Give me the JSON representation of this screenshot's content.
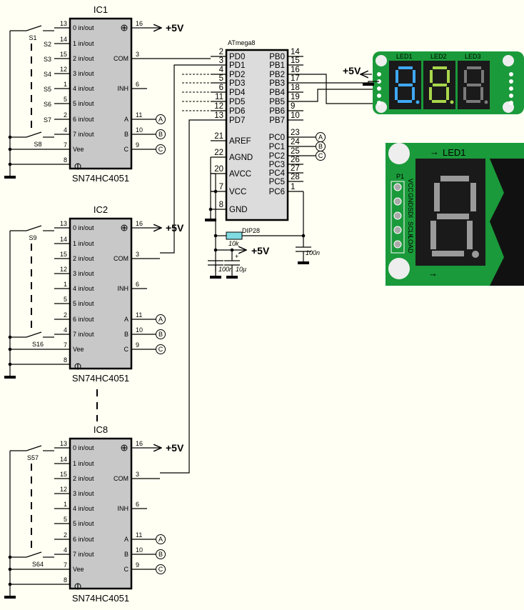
{
  "colors": {
    "background": "#fffff3",
    "chip_body": "#c8c8c8",
    "mcu_body": "#dcdcdc",
    "pin_red": "#ff0000",
    "pin_blue": "#0000ff",
    "pin_purple": "#800080",
    "resistor": "#7fdbe0",
    "pcb_green": "#1a9a3a",
    "display_bg": "#1a1a1a",
    "segment_blue": "#3fa9f5",
    "segment_gray": "#7a7a7a"
  },
  "muxes": [
    {
      "name": "IC1",
      "part": "SN74HC4051",
      "switch_first": "S1",
      "switch_last": "S8",
      "input_labels": [
        "",
        "S2",
        "S3",
        "S4",
        "S5",
        "S6",
        "S7",
        ""
      ],
      "supply": "+5V"
    },
    {
      "name": "IC2",
      "part": "SN74HC4051",
      "switch_first": "S9",
      "switch_last": "S16",
      "input_labels": [
        "",
        "",
        "",
        "",
        "",
        "",
        "",
        ""
      ],
      "supply": "+5V"
    },
    {
      "name": "IC8",
      "part": "SN74HC4051",
      "switch_first": "S57",
      "switch_last": "S64",
      "input_labels": [
        "",
        "",
        "",
        "",
        "",
        "",
        "",
        ""
      ],
      "supply": "+5V"
    }
  ],
  "mux_pins": {
    "left": [
      {
        "num": "13",
        "label": "0 in/out"
      },
      {
        "num": "14",
        "label": "1 in/out"
      },
      {
        "num": "15",
        "label": "2 in/out"
      },
      {
        "num": "12",
        "label": "3 in/out"
      },
      {
        "num": "1",
        "label": "4 in/out"
      },
      {
        "num": "5",
        "label": "5 in/out"
      },
      {
        "num": "2",
        "label": "6 in/out"
      },
      {
        "num": "4",
        "label": "7 in/out"
      },
      {
        "num": "7",
        "label": "Vee"
      },
      {
        "num": "8",
        "label": ""
      }
    ],
    "right": [
      {
        "num": "16",
        "label": ""
      },
      {
        "num": "3",
        "label": "COM"
      },
      {
        "num": "6",
        "label": "INH"
      },
      {
        "num": "11",
        "label": "A"
      },
      {
        "num": "10",
        "label": "B"
      },
      {
        "num": "9",
        "label": "C"
      }
    ],
    "select_nodes": [
      "A",
      "B",
      "C"
    ]
  },
  "mcu": {
    "name": "ATmega8",
    "package": "DIP28",
    "left": [
      {
        "num": "2",
        "label": "PD0",
        "color": "black"
      },
      {
        "num": "3",
        "label": "PD1",
        "color": "black"
      },
      {
        "num": "4",
        "label": "PD2",
        "color": "black"
      },
      {
        "num": "5",
        "label": "PD3",
        "color": "black"
      },
      {
        "num": "6",
        "label": "PD4",
        "color": "black"
      },
      {
        "num": "11",
        "label": "PD5",
        "color": "black"
      },
      {
        "num": "12",
        "label": "PD6",
        "color": "black"
      },
      {
        "num": "13",
        "label": "PD7",
        "color": "black"
      },
      {
        "num": "21",
        "label": "AREF",
        "color": "red"
      },
      {
        "num": "22",
        "label": "AGND",
        "color": "blue"
      },
      {
        "num": "20",
        "label": "AVCC",
        "color": "red"
      },
      {
        "num": "7",
        "label": "VCC",
        "color": "red"
      },
      {
        "num": "8",
        "label": "GND",
        "color": "blue"
      }
    ],
    "right": [
      {
        "num": "14",
        "label": "PB0",
        "color": "black"
      },
      {
        "num": "15",
        "label": "PB1",
        "color": "black"
      },
      {
        "num": "16",
        "label": "PB2",
        "color": "black"
      },
      {
        "num": "17",
        "label": "PB3",
        "color": "black"
      },
      {
        "num": "18",
        "label": "PB4",
        "color": "black"
      },
      {
        "num": "19",
        "label": "PB5",
        "color": "black"
      },
      {
        "num": "9",
        "label": "PB6",
        "color": "purple"
      },
      {
        "num": "10",
        "label": "PB7",
        "color": "purple"
      },
      {
        "num": "23",
        "label": "PC0",
        "color": "black"
      },
      {
        "num": "24",
        "label": "PC1",
        "color": "black"
      },
      {
        "num": "25",
        "label": "PC2",
        "color": "black"
      },
      {
        "num": "26",
        "label": "PC3",
        "color": "black"
      },
      {
        "num": "27",
        "label": "PC4",
        "color": "black"
      },
      {
        "num": "28",
        "label": "PC5",
        "color": "black"
      },
      {
        "num": "1",
        "label": "PC6",
        "color": "purple"
      }
    ]
  },
  "passives": {
    "resistor": "10k",
    "cap_reset": "100n",
    "cap_vcc": "100n",
    "cap_electrolytic": "10µ",
    "supply": "+5V",
    "plus_sign": "+"
  },
  "display_module": {
    "supply": "+5V",
    "digits": [
      "LED1",
      "LED2",
      "LED3"
    ],
    "header": "P1",
    "header_pins": [
      "VCC",
      "GND",
      "SDI",
      "SCLK",
      "LOAD"
    ],
    "closeup_label": "LED1"
  }
}
